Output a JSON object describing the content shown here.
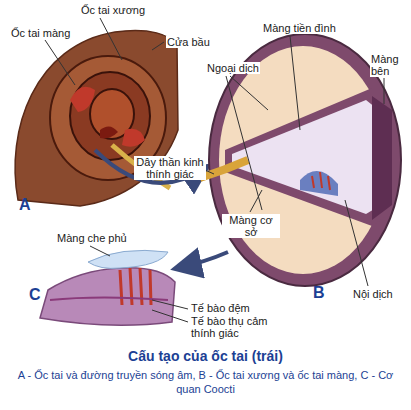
{
  "diagram": {
    "title": "Cấu tạo của ốc tai (trái)",
    "caption": "A - Ốc tai và đường truyền sóng âm, B - Ốc tai xương và ốc tai màng, C - Cơ quan Coocti",
    "labels": [
      "Ốc tai xương",
      "Ốc tai màng",
      "Cửa bầu",
      "Màng tiền đình",
      "Ngoại dịch",
      "Màng bên",
      "Dây thần kinh thính giác",
      "Màng cơ sở",
      "Nội dịch",
      "Màng che phủ",
      "Tế bào đệm",
      "Tế bào thụ cảm thính giác",
      "A",
      "B",
      "C"
    ]
  }
}
